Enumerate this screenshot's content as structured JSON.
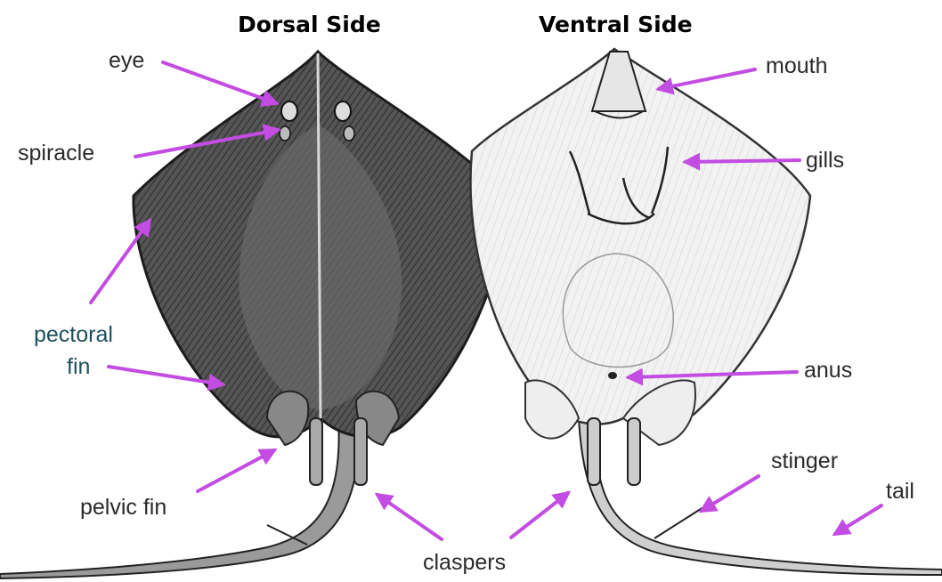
{
  "headings": {
    "dorsal": "Dorsal Side",
    "ventral": "Ventral Side"
  },
  "labels": {
    "eye": "eye",
    "spiracle": "spiracle",
    "pectoral_line1": "pectoral",
    "pectoral_line2": "fin",
    "pelvic_fin": "pelvic fin",
    "claspers": "claspers",
    "mouth": "mouth",
    "gills": "gills",
    "anus": "anus",
    "stinger": "stinger",
    "tail": "tail"
  },
  "colors": {
    "arrow": "#c34ce2",
    "dorsal_body": "#4a4a4a",
    "ventral_body": "#f0f0f0",
    "teal_label": "#1d4f5c"
  }
}
